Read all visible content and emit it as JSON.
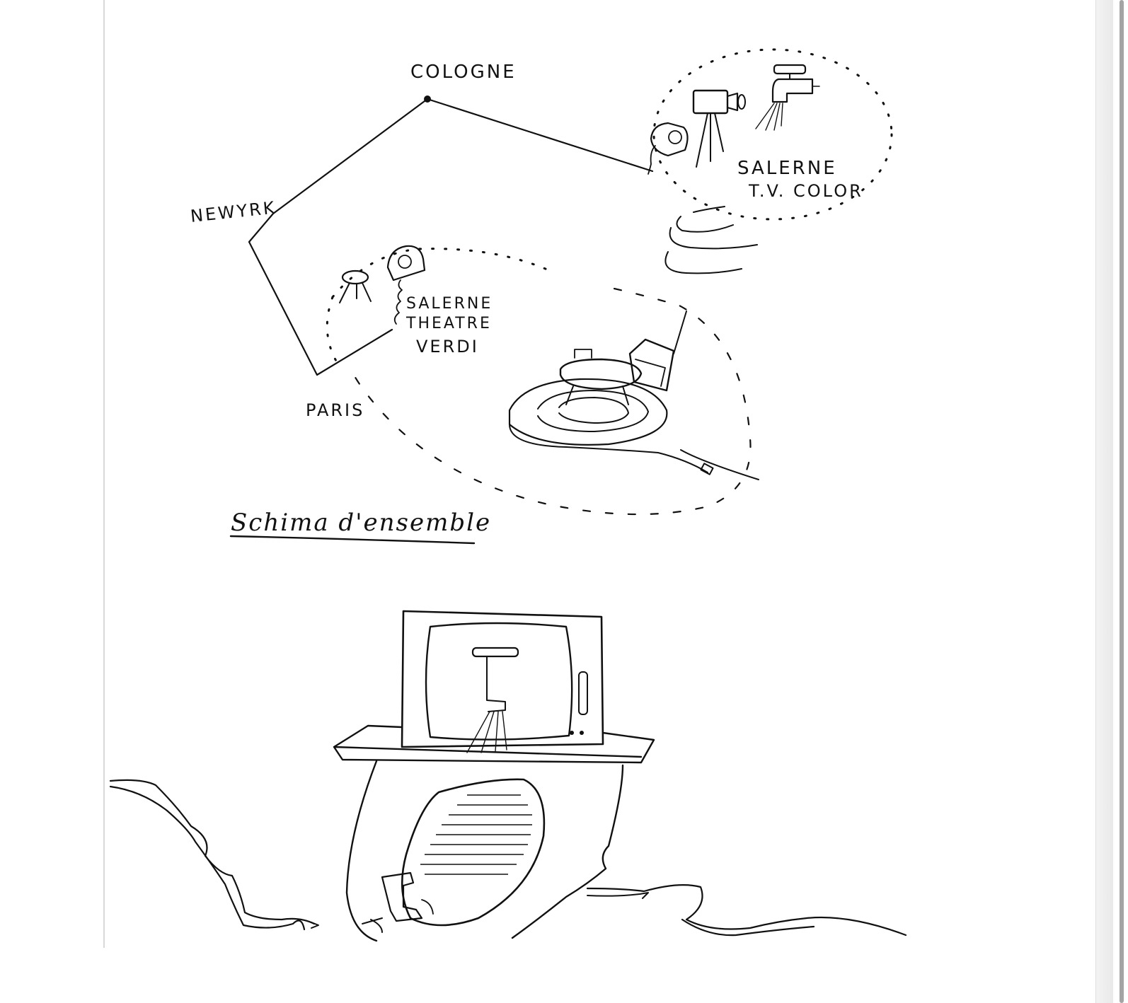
{
  "labels": {
    "cologne": "COLOGNE",
    "new_york": "NEWYRK",
    "paris": "PARIS",
    "salerne_tv_line1": "SALERNE",
    "salerne_tv_line2": "T.V. COLOR",
    "salerne_theatre_line1": "SALERNE",
    "salerne_theatre_line2": "THEATRE",
    "salerne_theatre_line3": "VERDI"
  },
  "caption": "Schima d'ensemble",
  "colors": {
    "ink": "#111111",
    "paper": "#ffffff",
    "scrollbar": "#a4a4a4"
  },
  "icons": [
    "video-camera-icon",
    "water-faucet-icon",
    "rotary-telephone-icon",
    "tripod-icon",
    "television-icon",
    "bathtub-icon"
  ]
}
